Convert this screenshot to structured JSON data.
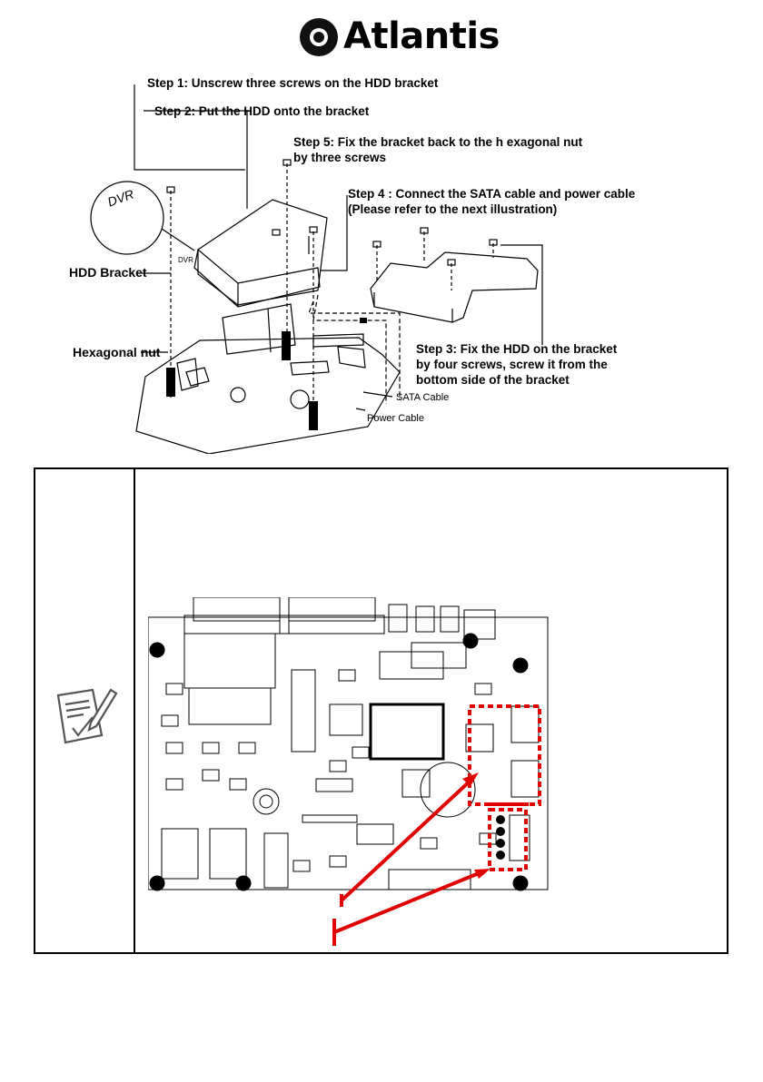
{
  "header": {
    "brand": "Atlantis"
  },
  "steps": {
    "step1": "Step 1: Unscrew three screws on the HDD bracket",
    "step2": "Step 2: Put the HDD onto the bracket",
    "step5_line1": "Step 5: Fix the bracket back to the h exagonal nut",
    "step5_line2": "by three screws",
    "step4_line1": "Step 4 : Connect the SATA cable and power cable",
    "step4_line2": "(Please refer to the next illustration)",
    "step3_line1": "Step 3: Fix the HDD on the bracket",
    "step3_line2": "by four screws, screw it from the",
    "step3_line3": "bottom side of the bracket"
  },
  "labels": {
    "hdd_bracket": "HDD Bracket",
    "hexagonal_nut": "Hexagonal nut",
    "sata_cable": "SATA Cable",
    "power_cable": "Power Cable",
    "dvr_zoom": "DVR",
    "dvr_small": "DVR"
  },
  "colors": {
    "highlight": "#e00000",
    "ink": "#000000"
  },
  "icons": {
    "note": "note-pencil-icon",
    "logo": "atlantis-logo-icon"
  }
}
